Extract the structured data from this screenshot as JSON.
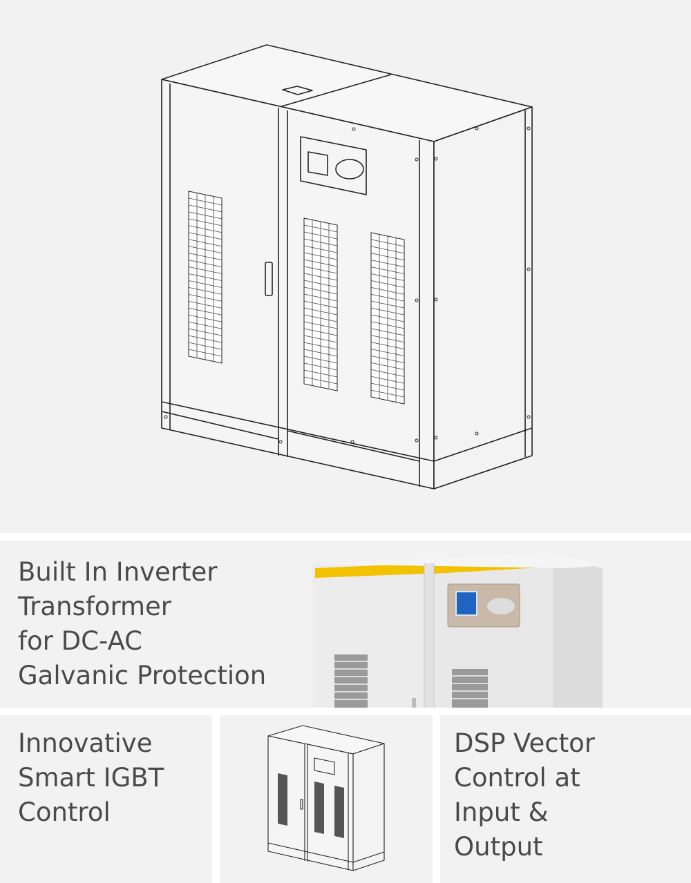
{
  "features": {
    "inverter": {
      "lines": [
        "Built In Inverter",
        "Transformer",
        "for DC-AC",
        "Galvanic Protection"
      ]
    },
    "igbt": {
      "lines": [
        "Innovative",
        "Smart IGBT",
        "Control"
      ]
    },
    "dsp": {
      "lines": [
        "DSP Vector",
        "Control at",
        "Input &",
        "Output"
      ]
    }
  },
  "colors": {
    "panel_bg": "#f2f2f2",
    "text": "#4a4a4a",
    "accent_yellow": "#f2c200",
    "line_art": "#222222"
  },
  "icons": {
    "hero": "ups-cabinet-line-drawing",
    "photo": "ups-cabinet-photo",
    "small": "ups-cabinet-small-drawing"
  }
}
